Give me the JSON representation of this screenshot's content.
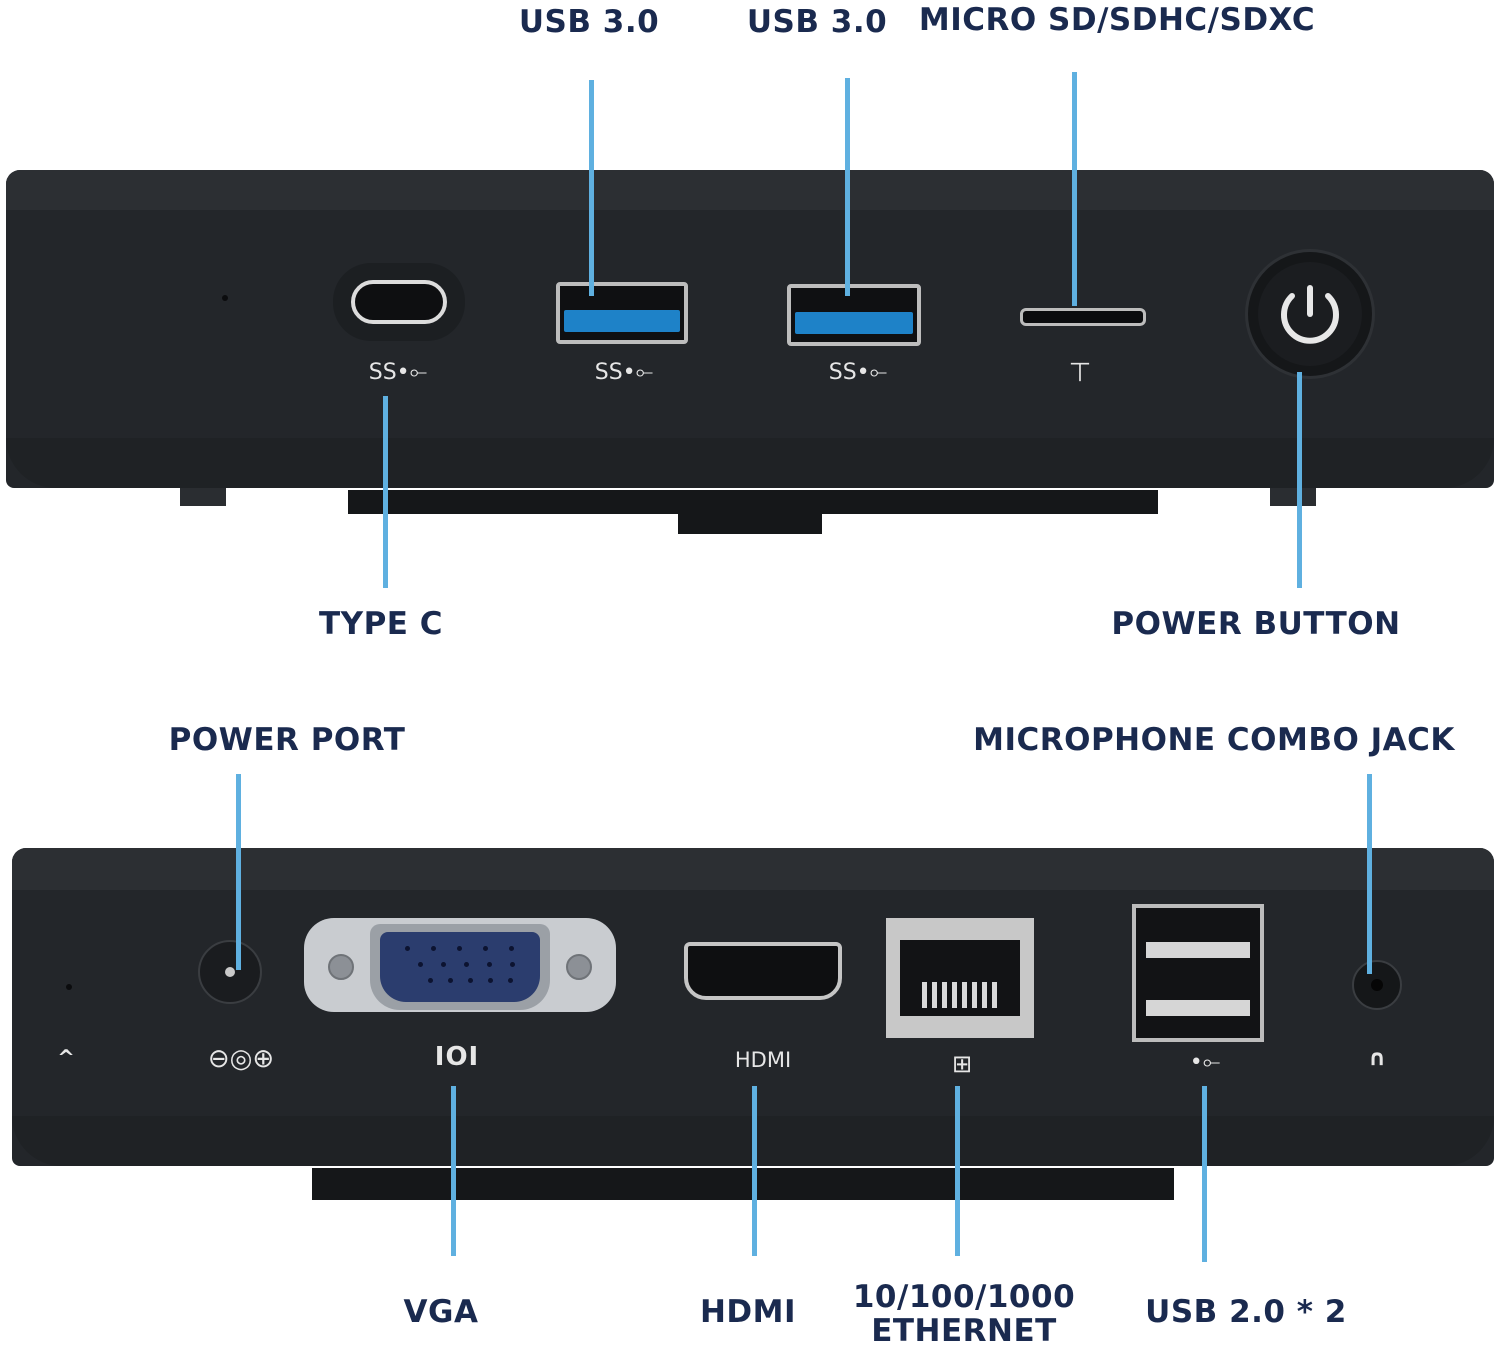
{
  "labels": {
    "usb30_a": "USB 3.0",
    "usb30_b": "USB 3.0",
    "microsd": "MICRO SD/SDHC/SDXC",
    "type_c": "TYPE C",
    "power_button": "POWER BUTTON",
    "power_port": "POWER PORT",
    "mic_combo": "MICROPHONE COMBO JACK",
    "vga": "VGA",
    "hdmi": "HDMI",
    "ethernet_line1": "10/100/1000",
    "ethernet_line2": "ETHERNET",
    "usb20": "USB 2.0 * 2"
  },
  "device_glyphs": {
    "ss_usb": "SS•⟜",
    "sd_symbol": "⊤",
    "dc_symbol": "⊖◎⊕",
    "vga_symbol": "IOI",
    "hdmi_text": "HDMI",
    "lan_symbol": "⊞",
    "usb_symbol": "•⟜",
    "headphone_symbol": "∩",
    "kensington_symbol": "^"
  },
  "colors": {
    "label": "#1a2a4f",
    "leader": "#5fb0e0",
    "device": "#23262a",
    "usb3_blue": "#1e82c8",
    "vga_blue": "#2b3d6e"
  }
}
